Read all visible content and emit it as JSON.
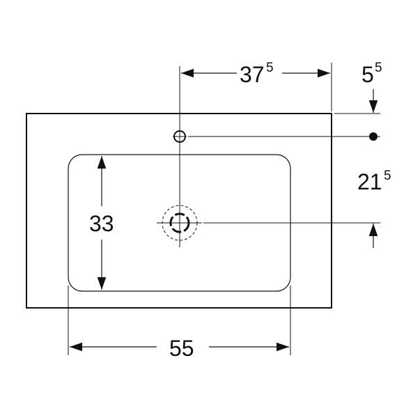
{
  "dimensions": {
    "tap_offset": {
      "main": "37",
      "sup": "5"
    },
    "tap_depth": {
      "main": "5",
      "sup": "5"
    },
    "drain_depth": {
      "main": "21",
      "sup": "5"
    },
    "basin_depth": {
      "main": "33"
    },
    "basin_width": {
      "main": "55"
    }
  },
  "colors": {
    "line": "#111111",
    "background": "#ffffff"
  }
}
